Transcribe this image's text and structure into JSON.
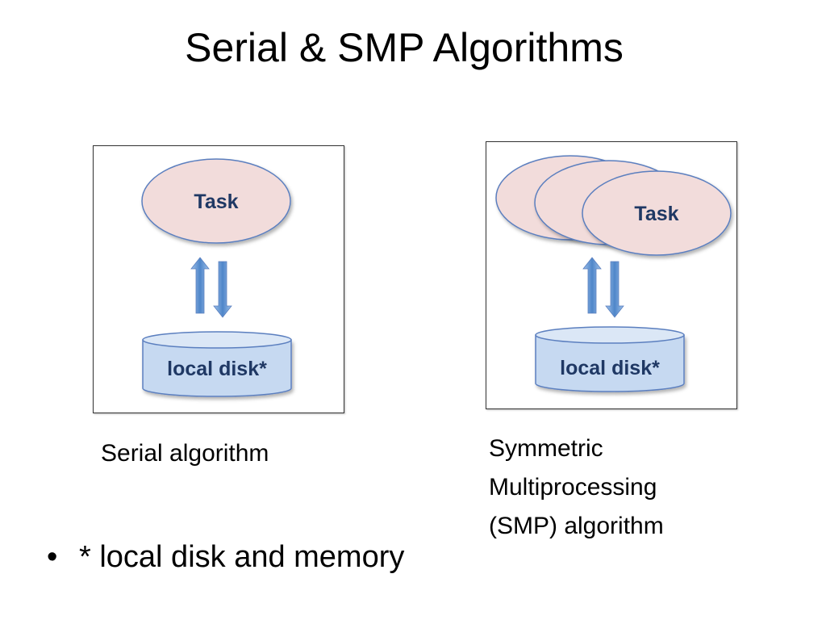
{
  "slide": {
    "title": "Serial & SMP Algorithms"
  },
  "serial_panel": {
    "task_label": "Task",
    "disk_label": "local disk*",
    "caption": "Serial algorithm"
  },
  "smp_panel": {
    "task_label": "Task",
    "disk_label": "local disk*",
    "caption_lines": [
      "Symmetric",
      "Multiprocessing",
      "(SMP) algorithm"
    ]
  },
  "footnote": {
    "bullet": "•",
    "text": "* local disk and memory"
  },
  "colors": {
    "task_fill": "#f2dcdb",
    "task_stroke": "#5b7fbf",
    "disk_fill": "#c6d9f1",
    "disk_stroke": "#5b7fbf",
    "arrow_fill": "#6a9ad6",
    "label_text": "#1f3864"
  }
}
